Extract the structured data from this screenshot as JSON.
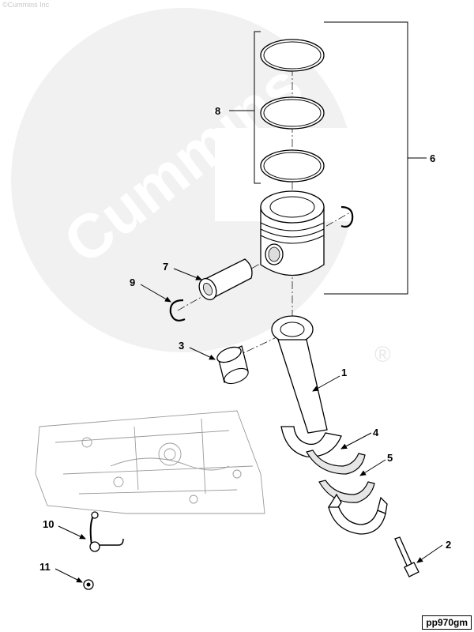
{
  "copyright": "©Cummins Inc",
  "figure_id": "pp970gm",
  "watermark": {
    "logo_text": "Cummins",
    "registered_mark": "®",
    "color": "#ececec"
  },
  "callouts": {
    "c1": "1",
    "c2": "2",
    "c3": "3",
    "c4": "4",
    "c5": "5",
    "c6": "6",
    "c7": "7",
    "c8": "8",
    "c9": "9",
    "c10": "10",
    "c11": "11"
  }
}
